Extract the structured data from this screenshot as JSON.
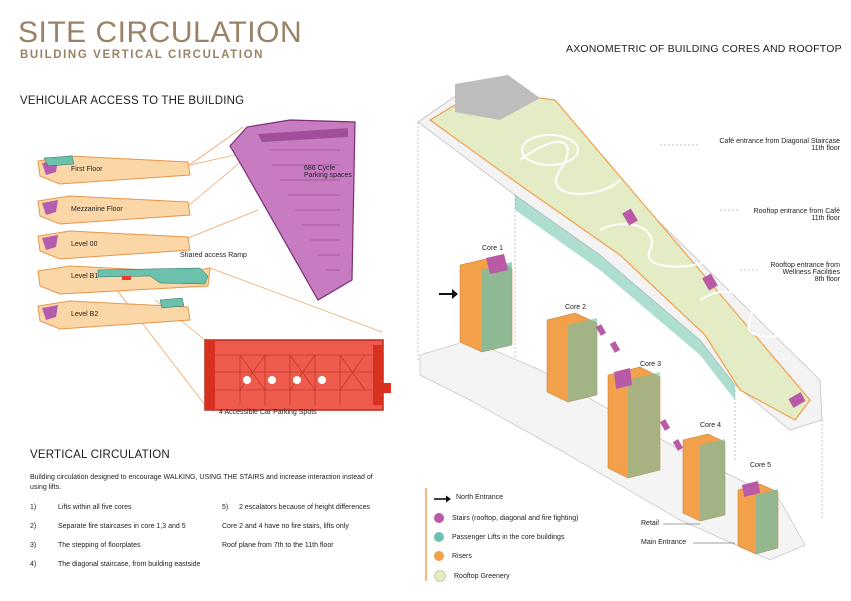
{
  "header": {
    "title": "SITE CIRCULATION",
    "subtitle": "BUILDING VERTICAL CIRCULATION"
  },
  "right_title": "AXONOMETRIC OF BUILDING CORES AND ROOFTOP",
  "vehicular": {
    "heading": "VEHICULAR ACCESS TO THE BUILDING",
    "floors": [
      "First Floor",
      "Mezzanine Floor",
      "Level 00",
      "Level B1",
      "Level B2"
    ],
    "cycle_label": "686 Cycle\nParking spaces",
    "ramp_label": "Shared access Ramp",
    "car_label": "4 Accessible Car Parking Spots"
  },
  "vertical": {
    "heading": "VERTICAL CIRCULATION",
    "intro": "Building circulation designed to encourage WALKING, USING THE STAIRS and increase interaction instead of using lifts.",
    "items_left": [
      {
        "num": "1)",
        "text": "Lifts within all five cores"
      },
      {
        "num": "2)",
        "text": "Separate fire staircases in core 1,3 and 5"
      },
      {
        "num": "3)",
        "text": "The stepping of floorplates"
      },
      {
        "num": "4)",
        "text": "The diagonal staircase, from building eastside"
      }
    ],
    "items_right": [
      {
        "num": "5)",
        "text": "2 escalators because of height differences"
      },
      {
        "num": "",
        "text": "Core 2 and 4 have no fire stairs, lifts only"
      },
      {
        "num": "",
        "text": "Roof plane from 7th to the 11th floor"
      }
    ]
  },
  "cores": [
    "Core 1",
    "Core 2",
    "Core 3",
    "Core 4",
    "Core 5"
  ],
  "annotations": {
    "cafe": "Café entrance from Diagonal Staircase\n11th floor",
    "rooftop_cafe": "Rooftop entrance from Café\n11th floor",
    "rooftop_wellness": "Rooftop entrance from\nWellness Facilities\n8th floor",
    "retail": "Retail",
    "main_entrance": "Main Entrance"
  },
  "legend": [
    {
      "label": "North Entrance",
      "kind": "arrow",
      "color": "#1a1a1a"
    },
    {
      "label": "Stairs (rooftop, diagonal and fire fighting)",
      "kind": "dot",
      "color": "#b85aa6"
    },
    {
      "label": "Passenger Lifts in the core buildings",
      "kind": "dot",
      "color": "#6cc1ad"
    },
    {
      "label": "Risers",
      "kind": "dot",
      "color": "#f2a04a"
    },
    {
      "label": "Rooftop Greenery",
      "kind": "dot",
      "color": "#e3ecc4"
    }
  ],
  "colors": {
    "title": "#9a8266",
    "floor_fill": "#fbd7a8",
    "floor_stroke": "#e8954a",
    "cycle_fill": "#b45cae",
    "car_fill": "#ee5a4c",
    "lift": "#6cc1ad",
    "riser": "#f2a04a",
    "stair": "#b85aa6",
    "greenery": "#e3ecc4"
  }
}
